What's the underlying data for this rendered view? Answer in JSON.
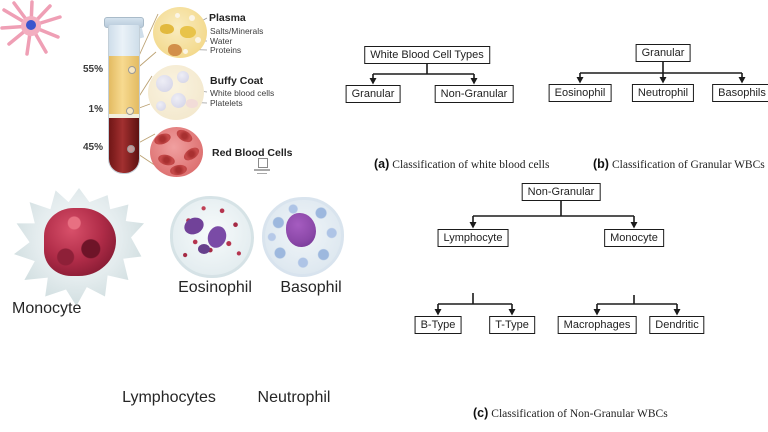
{
  "blood_composition": {
    "percent_plasma": "55%",
    "percent_buffy_coat": "1%",
    "percent_red_blood_cells": "45%",
    "plasma_label": "Plasma",
    "plasma_items": [
      "Salts/Minerals",
      "Water",
      "Proteins"
    ],
    "buffy_coat_label": "Buffy Coat",
    "buffy_coat_items": [
      "White blood cells",
      "Platelets"
    ],
    "red_blood_cells_label": "Red Blood Cells"
  },
  "cell_gallery": {
    "monocyte": "Monocyte",
    "eosinophil": "Eosinophil",
    "basophil": "Basophil",
    "lymphocytes": "Lymphocytes",
    "neutrophil": "Neutrophil"
  },
  "flowcharts": {
    "a": {
      "root": "White Blood Cell Types",
      "children": [
        "Granular",
        "Non-Granular"
      ],
      "caption_label": "(a)",
      "caption_text": "Classification of white blood cells"
    },
    "b": {
      "root": "Granular",
      "children": [
        "Eosinophil",
        "Neutrophil",
        "Basophils"
      ],
      "caption_label": "(b)",
      "caption_text": "Classification of Granular WBCs"
    },
    "c": {
      "root": "Non-Granular",
      "children": [
        "Lymphocyte",
        "Monocyte"
      ],
      "lymphocyte_children": [
        "B-Type",
        "T-Type"
      ],
      "monocyte_children": [
        "Macrophages",
        "Dendritic"
      ],
      "caption_label": "(c)",
      "caption_text": "Classification of Non-Granular WBCs"
    }
  },
  "colors": {
    "plasma_yellow": "#f2d386",
    "buffy_white": "#f2eedd",
    "rbc_red": "#8b2020",
    "box_border": "#1b1b1b",
    "background": "#ffffff"
  }
}
